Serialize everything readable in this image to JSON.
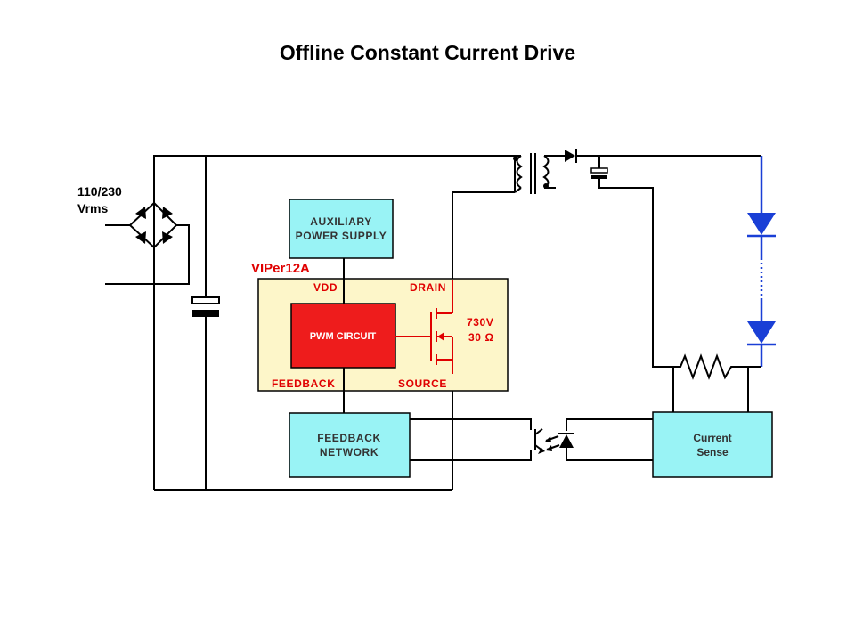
{
  "title": "Offline Constant Current Drive",
  "input_voltage": {
    "line1": "110/230",
    "line2": "Vrms"
  },
  "ic_name": "VIPer12A",
  "pins": {
    "vdd": "VDD",
    "drain": "DRAIN",
    "feedback": "FEEDBACK",
    "source": "SOURCE"
  },
  "blocks": {
    "aux_power": {
      "line1": "AUXILIARY",
      "line2": "POWER SUPPLY"
    },
    "pwm": "PWM CIRCUIT",
    "feedback_network": {
      "line1": "FEEDBACK",
      "line2": "NETWORK"
    },
    "current_sense": {
      "line1": "Current",
      "line2": "Sense"
    }
  },
  "mosfet_rating": {
    "voltage": "730V",
    "resistance": "30 Ω"
  },
  "colors": {
    "box_fill": "#99f3f5",
    "ic_fill": "#fdf6c9",
    "pwm_fill": "#ee1c1c",
    "ic_accent": "#e00000",
    "led": "#1a3fd6"
  }
}
